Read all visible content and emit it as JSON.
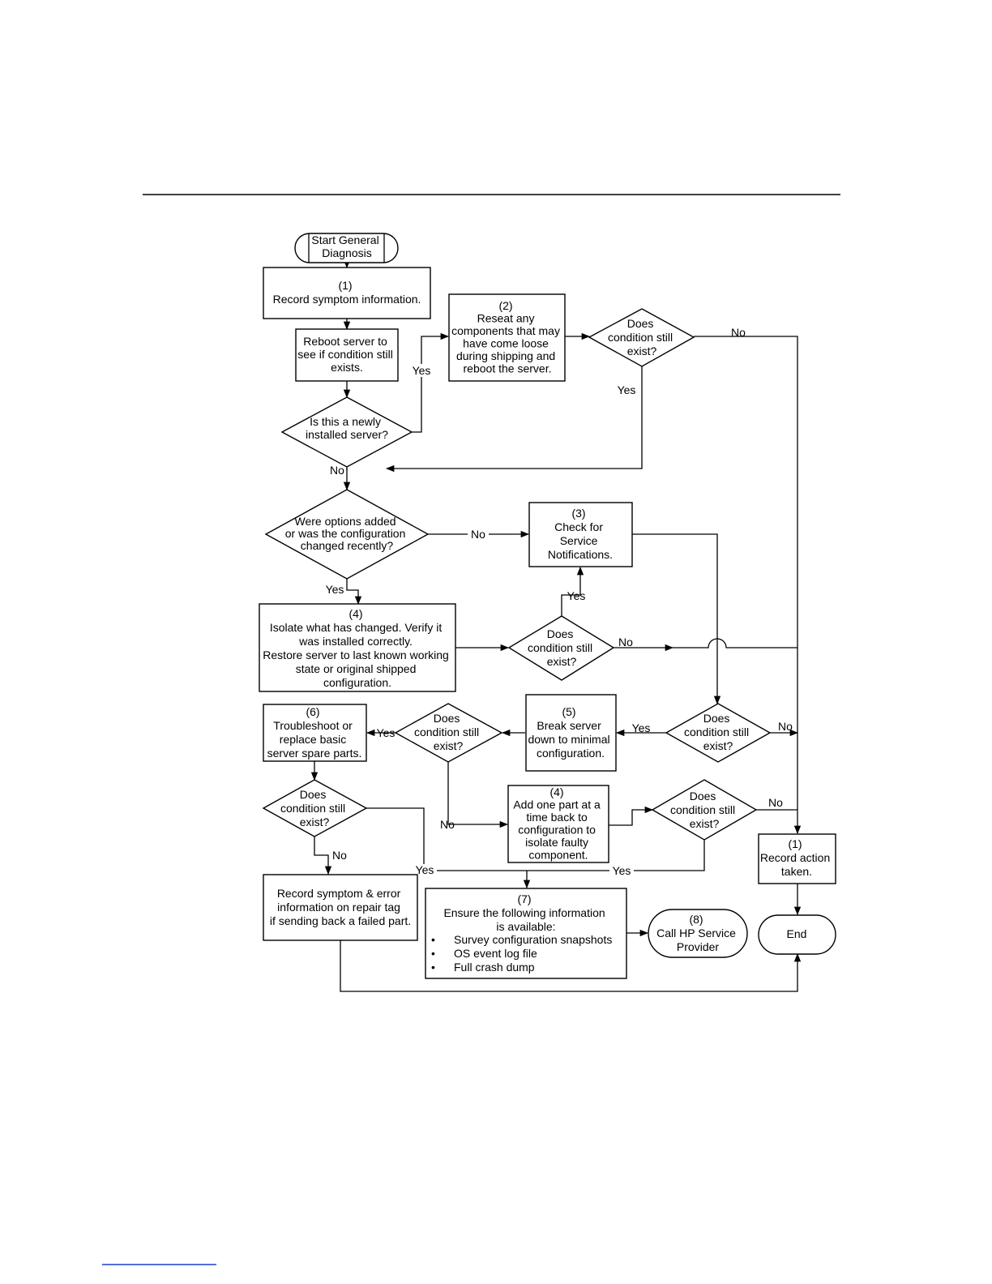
{
  "nodes": {
    "start": [
      "Start General",
      "Diagnosis"
    ],
    "record_symptom": [
      "(1)",
      "Record symptom information."
    ],
    "reboot": [
      "Reboot server to",
      "see if condition still",
      "exists."
    ],
    "newly_installed": [
      "Is this a newly",
      "installed server?"
    ],
    "reseat": [
      "(2)",
      "Reseat any",
      "components that may",
      "have come loose",
      "during shipping and",
      "reboot the server."
    ],
    "cond_1": [
      "Does",
      "condition still",
      "exist?"
    ],
    "options_added": [
      "Were options added",
      "or was the configuration",
      "changed recently?"
    ],
    "check_notifications": [
      "(3)",
      "Check for",
      "Service",
      "Notifications."
    ],
    "isolate": [
      "(4)",
      "Isolate what has changed. Verify it",
      "was installed correctly.",
      "Restore server to last known working",
      "state or original shipped",
      "configuration."
    ],
    "cond_2": [
      "Does",
      "condition still",
      "exist?"
    ],
    "troubleshoot": [
      "(6)",
      "Troubleshoot or",
      "replace basic",
      "server spare parts."
    ],
    "cond_3": [
      "Does",
      "condition still",
      "exist?"
    ],
    "break_server": [
      "(5)",
      "Break server",
      "down to minimal",
      "configuration."
    ],
    "cond_4": [
      "Does",
      "condition still",
      "exist?"
    ],
    "cond_5": [
      "Does",
      "condition still",
      "exist?"
    ],
    "add_part": [
      "(4)",
      "Add one part at a",
      "time back to",
      "configuration to",
      "isolate faulty",
      "component."
    ],
    "cond_6": [
      "Does",
      "condition still",
      "exist?"
    ],
    "record_action": [
      "(1)",
      "Record action",
      "taken."
    ],
    "record_error": [
      "Record symptom & error",
      "information on repair tag",
      "if sending back a failed part."
    ],
    "ensure_info": [
      "(7)",
      "Ensure the following information",
      "is available:"
    ],
    "ensure_bullets": [
      "Survey configuration snapshots",
      "OS event log file",
      "Full crash dump"
    ],
    "bullet_char": "•",
    "call_hp": [
      "(8)",
      "Call HP Service",
      "Provider"
    ],
    "end": [
      "End"
    ]
  },
  "labels": {
    "yes": "Yes",
    "no": "No"
  }
}
